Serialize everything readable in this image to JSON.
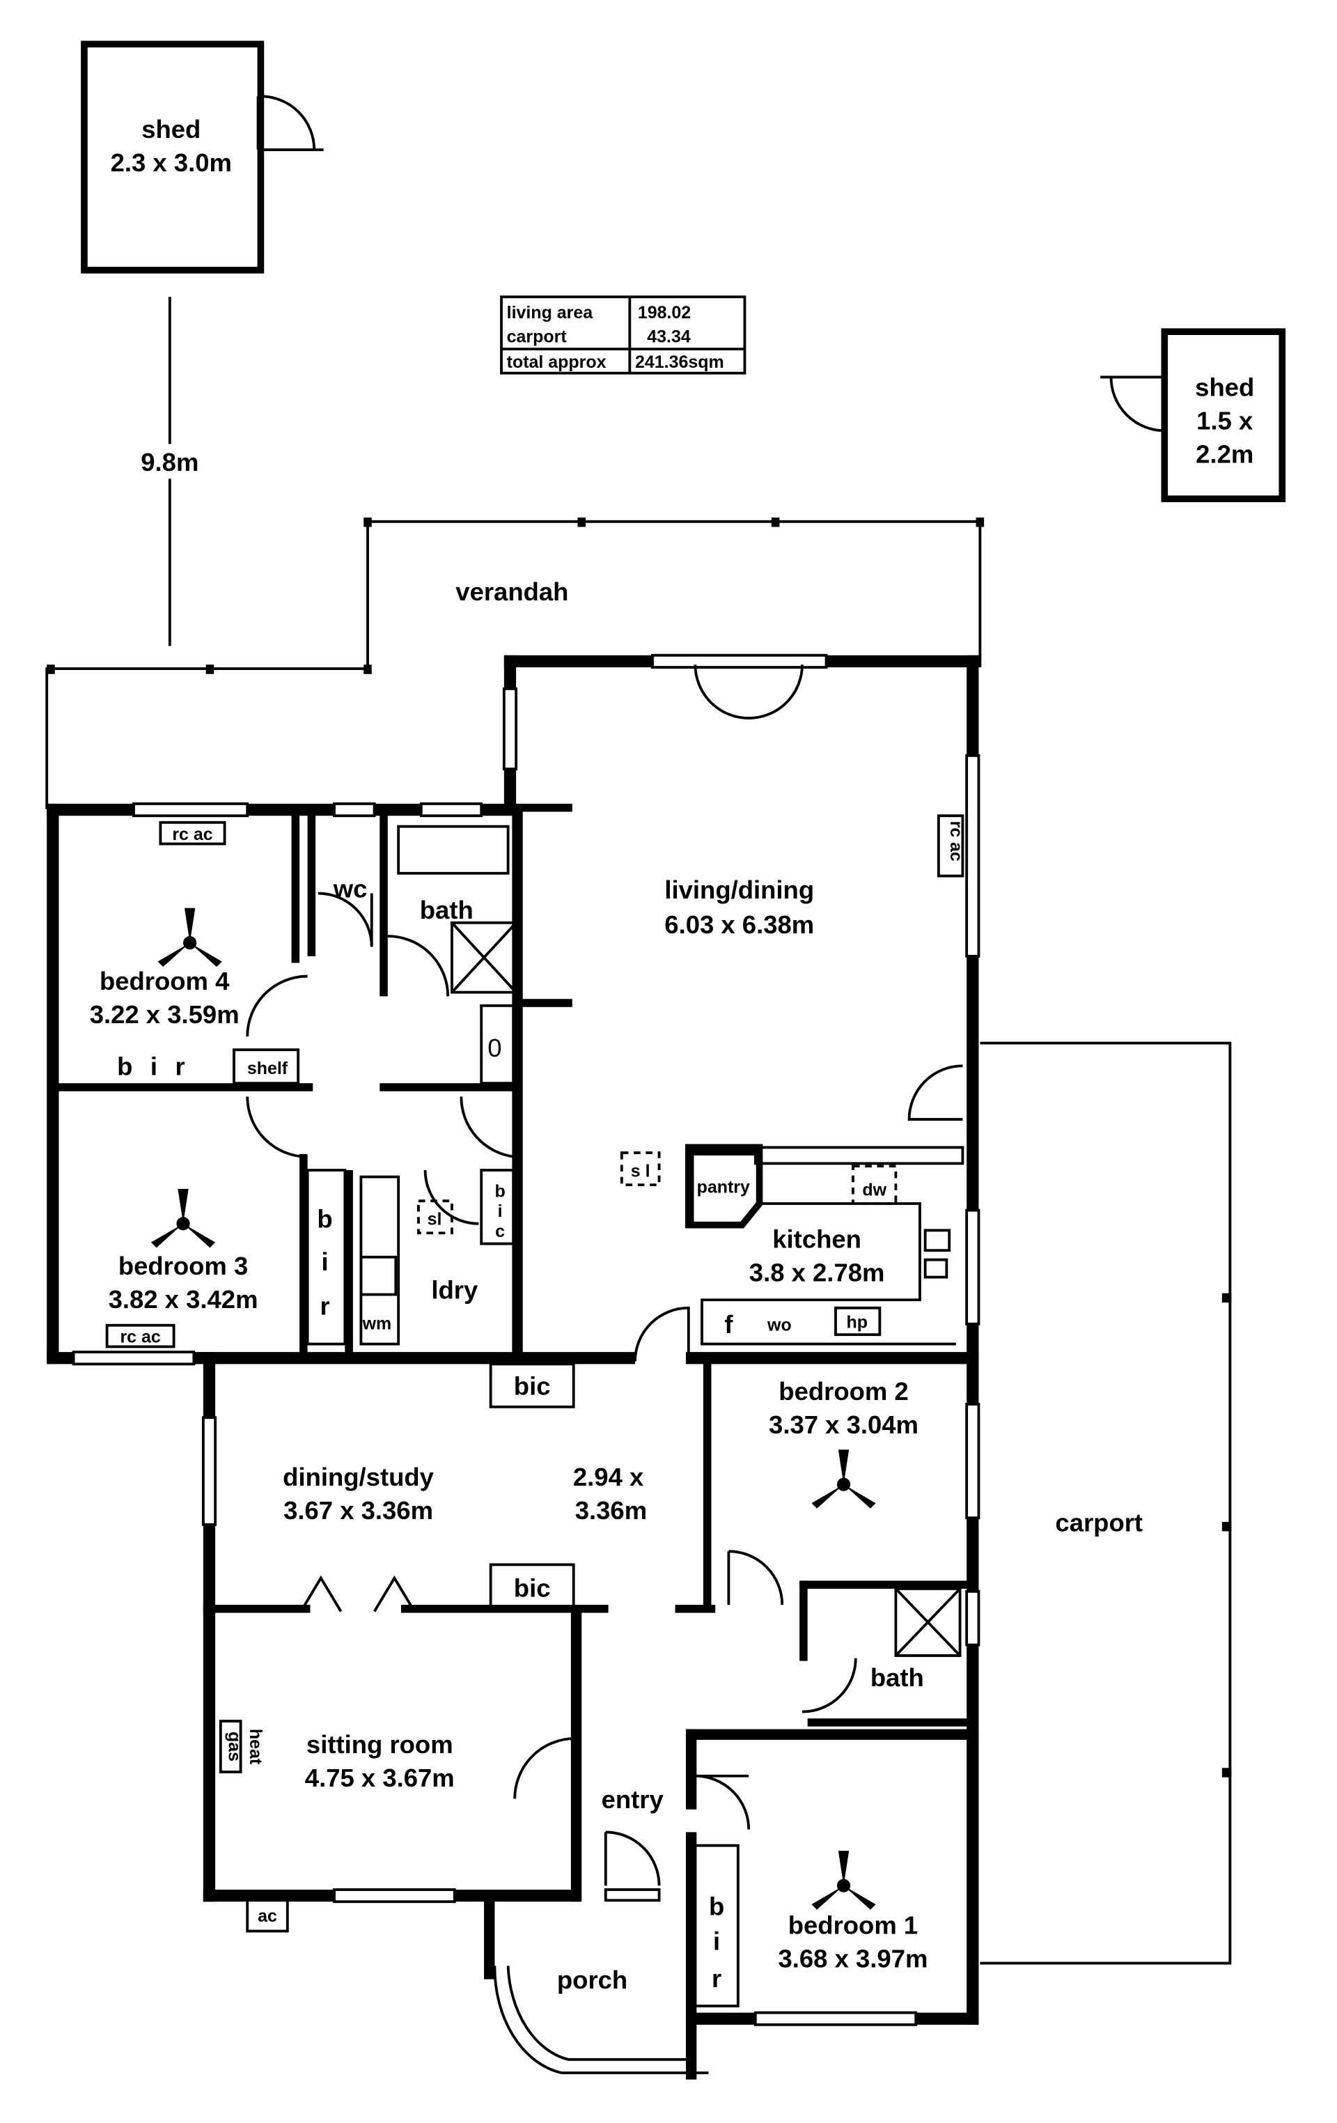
{
  "title": "Floor plan",
  "area_table": {
    "rows": [
      {
        "label": "living area",
        "value": "198.02"
      },
      {
        "label": "carport",
        "value": "43.34"
      },
      {
        "label": "total approx",
        "value": "241.36sqm"
      }
    ]
  },
  "sheds": [
    {
      "name": "shed",
      "size": "2.3 x 3.0m"
    },
    {
      "name": "shed",
      "size_line1": "1.5 x",
      "size_line2": "2.2m"
    }
  ],
  "distance": "9.8m",
  "rooms": {
    "verandah": "verandah",
    "living": {
      "name": "living/dining",
      "size": "6.03 x 6.38m"
    },
    "bedroom4": {
      "name": "bedroom 4",
      "size": "3.22 x 3.59m"
    },
    "bedroom3": {
      "name": "bedroom 3",
      "size": "3.82 x 3.42m"
    },
    "kitchen": {
      "name": "kitchen",
      "size": "3.8 x 2.78m"
    },
    "bedroom2": {
      "name": "bedroom 2",
      "size": "3.37 x 3.04m"
    },
    "dining_study": {
      "name": "dining/study",
      "size": "3.67 x 3.36m"
    },
    "middle": {
      "line1": "2.94 x",
      "line2": "3.36m"
    },
    "sitting": {
      "name": "sitting room",
      "size": "4.75 x 3.67m"
    },
    "bedroom1": {
      "name": "bedroom 1",
      "size": "3.68 x 3.97m"
    },
    "carport": "carport",
    "entry": "entry",
    "porch": "porch",
    "wc": "wc",
    "bath": "bath",
    "bath2": "bath",
    "ldry": "ldry"
  },
  "fixtures": {
    "rc_ac": "rc ac",
    "ac": "ac",
    "bir": "b i r",
    "b": "b",
    "i": "i",
    "r": "r",
    "c": "c",
    "shelf": "shelf",
    "bic": "bic",
    "sl": "s l",
    "sl2": "sl",
    "pantry": "pantry",
    "dw": "dw",
    "f": "f",
    "wo": "wo",
    "hp": "hp",
    "wm": "wm",
    "gas_heat_1": "gas",
    "gas_heat_2": "heat",
    "zero": "0"
  }
}
